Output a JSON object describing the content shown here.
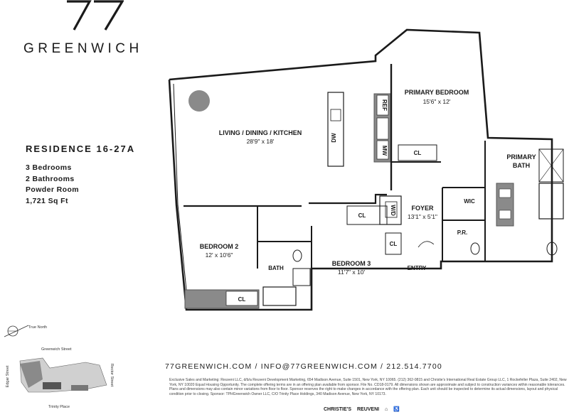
{
  "brand": {
    "logo_numerals": "77",
    "name": "GREENWICH"
  },
  "residence": {
    "title": "RESIDENCE 16-27A",
    "facts": [
      "3 Bedrooms",
      "2 Bathrooms",
      "Powder Room",
      "1,721 Sq Ft"
    ]
  },
  "rooms": {
    "living": {
      "name": "LIVING / DINING / KITCHEN",
      "dims": "28'9\" x 18'"
    },
    "primary_bedroom": {
      "name": "PRIMARY BEDROOM",
      "dims": "15'6\" x 12'"
    },
    "primary_bath": {
      "line1": "PRIMARY",
      "line2": "BATH"
    },
    "bedroom2": {
      "name": "BEDROOM 2",
      "dims": "12' x 10'6\""
    },
    "bedroom3": {
      "name": "BEDROOM 3",
      "dims": "11'7\" x 10'"
    },
    "foyer": {
      "name": "FOYER",
      "dims": "13'1\" x 5'1\""
    },
    "bath": "BATH",
    "pr": "P.R.",
    "wic": "WIC",
    "wd": "W/D",
    "closet": "CL",
    "ref": "REF",
    "dw": "DW",
    "mw": "MW",
    "entry": "ENTRY"
  },
  "keymap": {
    "true_north": "True North",
    "greenwich_street": "Greenwich Street",
    "edgar_street": "Edgar Street",
    "rector_street": "Rector Street",
    "trinity_place": "Trinity Place"
  },
  "contact": "77GREENWICH.COM  /  INFO@77GREENWICH.COM  /  212.514.7700",
  "disclaimer": "Exclusive Sales and Marketing: Reuveni LLC, d/b/a Reuveni Development Marketing, 654 Madison Avenue, Suite 1501, New York, NY 10065. (212) 362-0815 and Christie's International Real Estate Group LLC, 1 Rockefeller Plaza, Suite 2402, New York, NY 10020 Equal Housing Opportunity. The complete offering terms are in an offering plan available from sponsor. File No. CD18-0179. All dimensions shown are approximate and subject to construction variances within reasonable tolerances. Plans and dimensions may also contain minor variations from floor to floor. Sponsor reserves the right to make changes in accordance with the offering plan. Each unit should be inspected to determine its actual dimensions, layout and physical condition prior to closing. Sponsor: TPHGreenwich Owner LLC, C/O Trinity Place Holdings, 340 Madison Avenue, New York, NY 10173.",
  "footer": {
    "christies": "CHRISTIE'S",
    "reuveni": "REUVENI"
  }
}
